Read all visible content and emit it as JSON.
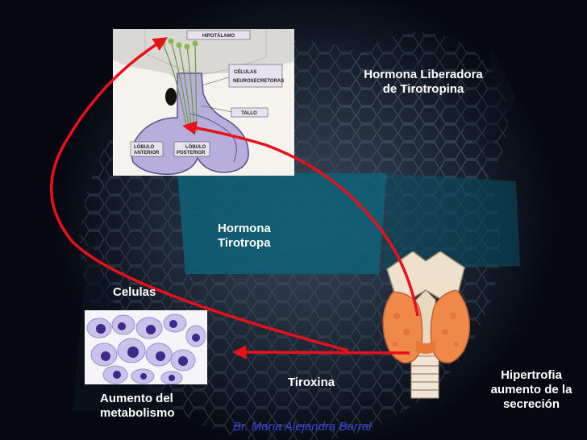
{
  "labels": {
    "trh": [
      "Hormona Liberadora",
      "de Tirotropina"
    ],
    "tsh": [
      "Hormona",
      "Tirotropa"
    ],
    "cells": "Celulas",
    "tiroxina": "Tiroxina",
    "metabolism": [
      "Aumento del",
      "metabolismo"
    ],
    "hypertrophy": [
      "Hipertrofia",
      "aumento de la",
      "secreción"
    ],
    "signature": "Br. Maria Alejandra Barral"
  },
  "pituitary": {
    "hipotalamo": "HIPOTÁLAMO",
    "celulas": "CÉLULAS",
    "neurosecretoras": "NEUROSECRETORAS",
    "tallo": "TALLO",
    "anterior": [
      "LÓBULO",
      "ANTERIOR"
    ],
    "posterior": [
      "LÓBULO",
      "POSTERIOR"
    ]
  },
  "colors": {
    "arrow": "#e8101a",
    "background": "#050810",
    "label": "#ffffff",
    "signature": "#3a45d8"
  },
  "icons": [
    "pituitary-diagram-image",
    "cells-micrograph-image",
    "thyroid-gland-image"
  ]
}
